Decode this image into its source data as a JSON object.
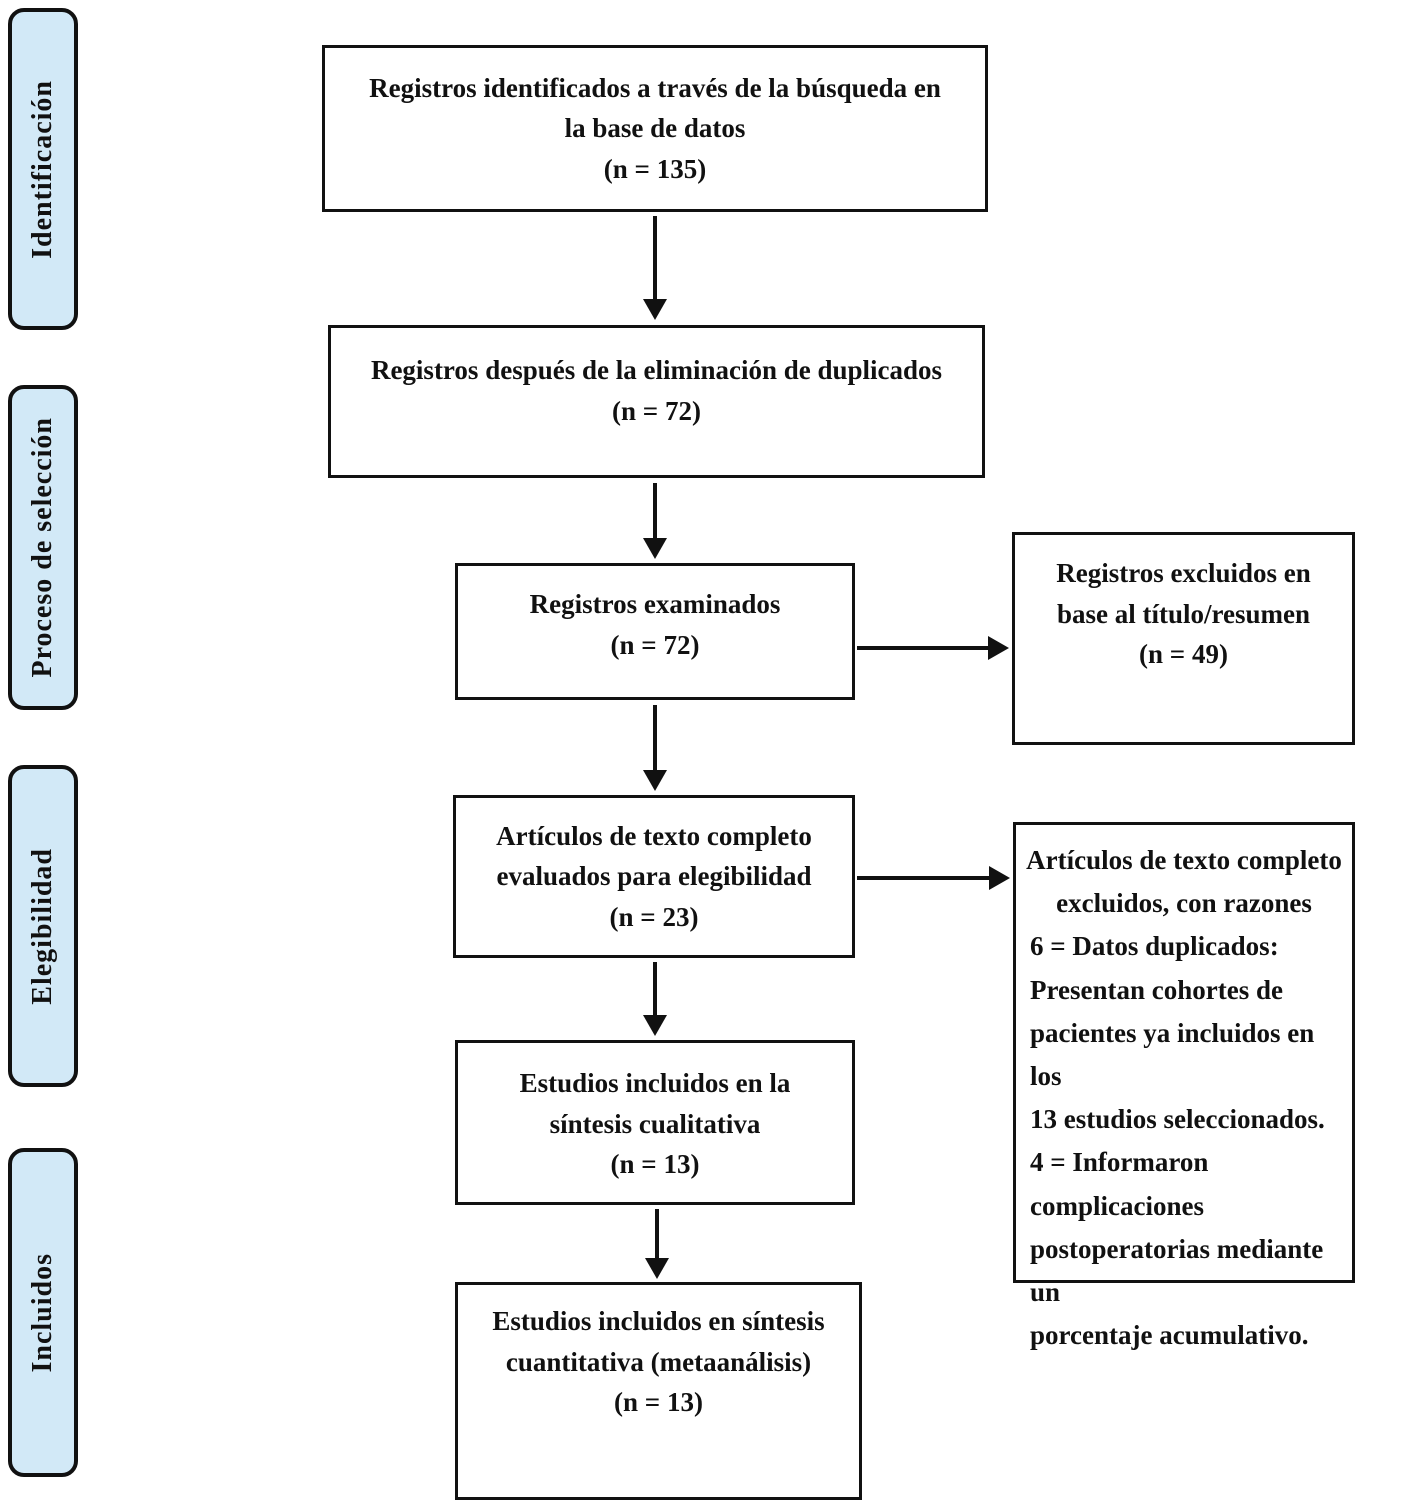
{
  "stages": {
    "identification": "Identificación",
    "selection": "Proceso de selección",
    "eligibility": "Elegibilidad",
    "included": "Incluidos"
  },
  "boxes": {
    "identified": {
      "lines": [
        "Registros identificados a través de la búsqueda en",
        "la base de datos",
        "(n = 135)"
      ]
    },
    "deduplicated": {
      "lines": [
        "Registros después de la eliminación de duplicados",
        "(n = 72)"
      ]
    },
    "screened": {
      "lines": [
        "Registros examinados",
        "(n = 72)"
      ]
    },
    "excluded_title_abstract": {
      "lines": [
        "Registros excluidos en",
        "base al título/resumen",
        "(n = 49)"
      ]
    },
    "fulltext_assessed": {
      "lines": [
        "Artículos de texto completo",
        "evaluados para elegibilidad",
        "(n = 23)"
      ]
    },
    "fulltext_excluded": {
      "heading_lines": [
        "Artículos de texto completo",
        "excluidos, con razones"
      ],
      "reason_lines": [
        "6 = Datos duplicados:",
        "Presentan cohortes de",
        "pacientes ya incluidos en los",
        "13 estudios seleccionados.",
        "4 = Informaron",
        "complicaciones",
        "postoperatorias mediante un",
        "porcentaje acumulativo."
      ]
    },
    "qualitative_synthesis": {
      "lines": [
        "Estudios incluidos en la",
        "síntesis cualitativa",
        "(n = 13)"
      ]
    },
    "quantitative_synthesis": {
      "lines": [
        "Estudios incluidos en síntesis",
        "cuantitativa (metaanálisis)",
        "(n = 13)"
      ]
    }
  },
  "colors": {
    "stage_fill": "#d2e9f7",
    "line": "#111111",
    "background": "#ffffff"
  }
}
